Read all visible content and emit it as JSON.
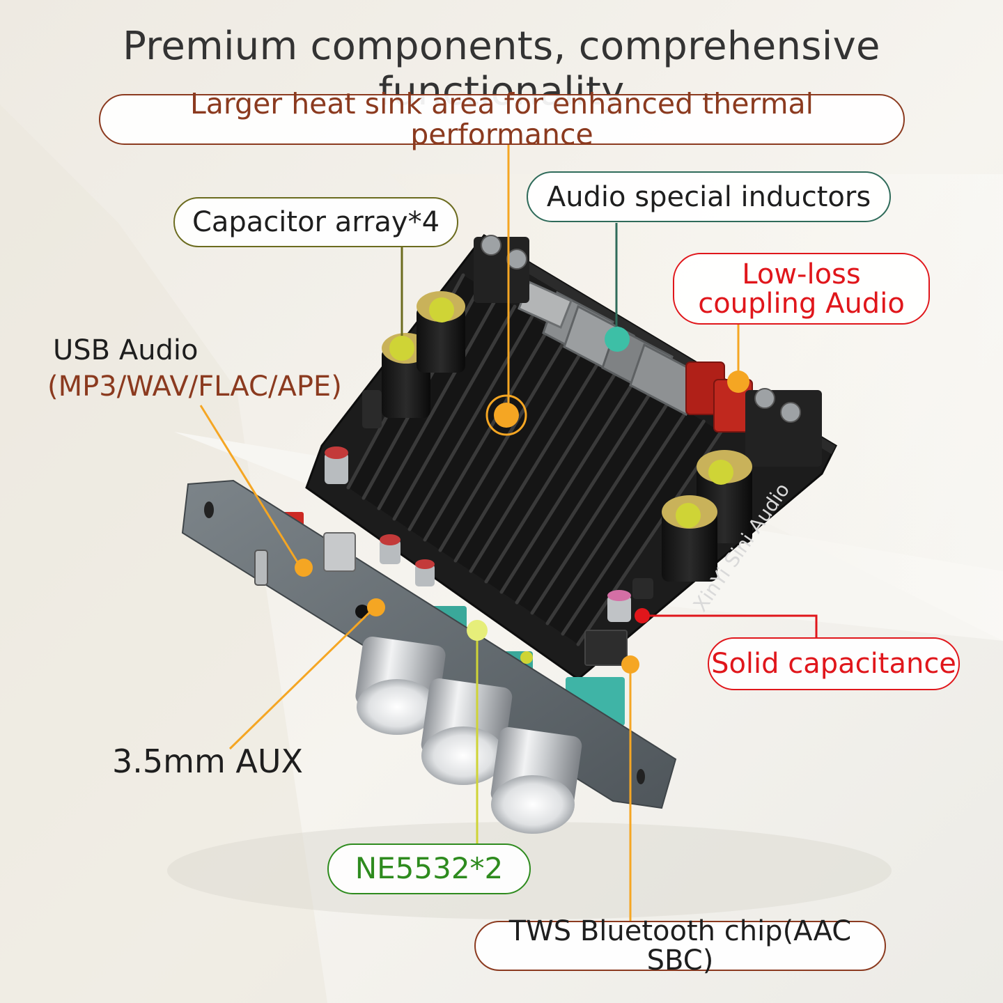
{
  "title": "Premium components, comprehensive functionality",
  "colors": {
    "heat": "#8b3a1f",
    "orange": "#f5a623",
    "capacitor": "#6b6b1e",
    "inductor": "#2f6b5a",
    "teal": "#3dbfa6",
    "red": "#e0161b",
    "green": "#2e8b1e",
    "lime": "#cfd436",
    "dark": "#1e1e1e"
  },
  "callouts": {
    "heat_sink": "Larger heat sink area for enhanced thermal performance",
    "inductors": "Audio special inductors",
    "capacitor_array": "Capacitor array*4",
    "coupling": {
      "line1": "Low-loss",
      "line2": "coupling Audio"
    },
    "usb": {
      "line1": "USB Audio",
      "line2": "(MP3/WAV/FLAC/APE)"
    },
    "solid_cap": "Solid capacitance",
    "aux": "3.5mm AUX",
    "ne5532": "NE5532*2",
    "bluetooth": "TWS Bluetooth chip(AAC SBC)"
  },
  "board": {
    "brand_text": "XinYi Sini Audio"
  }
}
